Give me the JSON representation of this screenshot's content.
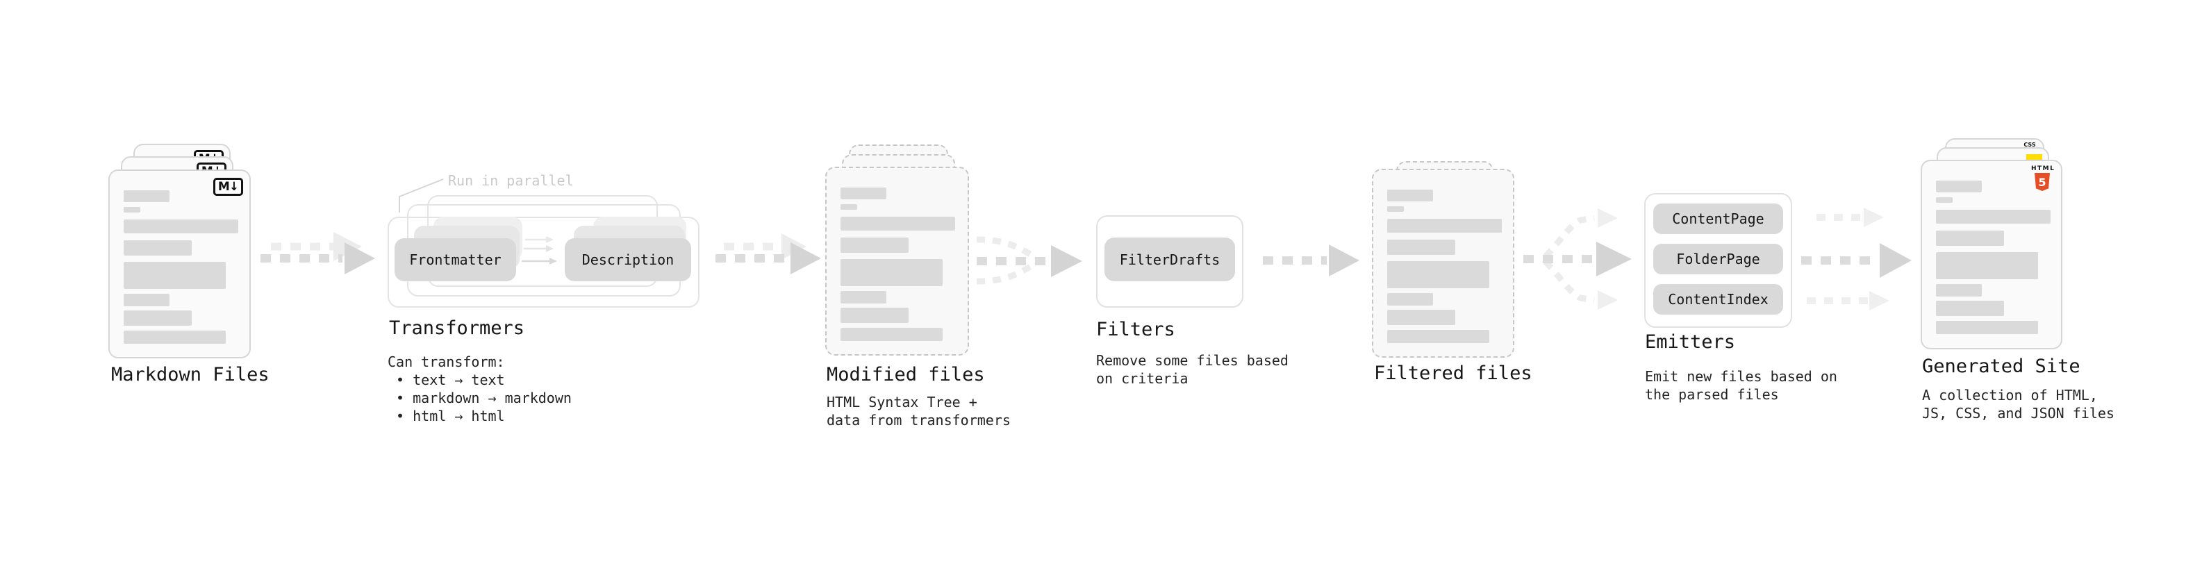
{
  "pipeline": {
    "stages": [
      {
        "id": "markdown_files",
        "title": "Markdown Files"
      },
      {
        "id": "transformers",
        "title": "Transformers",
        "annotation": "Run in parallel",
        "input_pill": "Frontmatter",
        "output_pill": "Description",
        "notes": [
          "Can transform:",
          " • text → text",
          " • markdown → markdown",
          " • html → html"
        ]
      },
      {
        "id": "modified_files",
        "title": "Modified files",
        "notes": [
          "HTML Syntax Tree +",
          "data from transformers"
        ]
      },
      {
        "id": "filters",
        "title": "Filters",
        "pill": "FilterDrafts",
        "notes": [
          "Remove some files based",
          "on criteria"
        ]
      },
      {
        "id": "filtered_files",
        "title": "Filtered files"
      },
      {
        "id": "emitters",
        "title": "Emitters",
        "pills": [
          "ContentPage",
          "FolderPage",
          "ContentIndex"
        ],
        "notes": [
          "Emit new files based on",
          "the parsed files"
        ]
      },
      {
        "id": "generated_site",
        "title": "Generated Site",
        "notes": [
          "A collection of HTML,",
          "JS, CSS, and JSON files"
        ]
      }
    ],
    "badges": {
      "markdown": "M↓",
      "html": "HTML",
      "html_number": "5",
      "css": "CSS"
    },
    "colors": {
      "doc_border": "#d6d6d6",
      "dashed_border": "#c6c6c6",
      "pill_fill": "#d9d9d9",
      "skeleton": "#dadada",
      "arrow": "#d4d4d4",
      "ghost_arrow": "#ececec",
      "html5_orange": "#e44d26",
      "js_yellow": "#ffdd00",
      "css_blue": "#2765e8",
      "muted_label": "#c9c9c9"
    }
  }
}
